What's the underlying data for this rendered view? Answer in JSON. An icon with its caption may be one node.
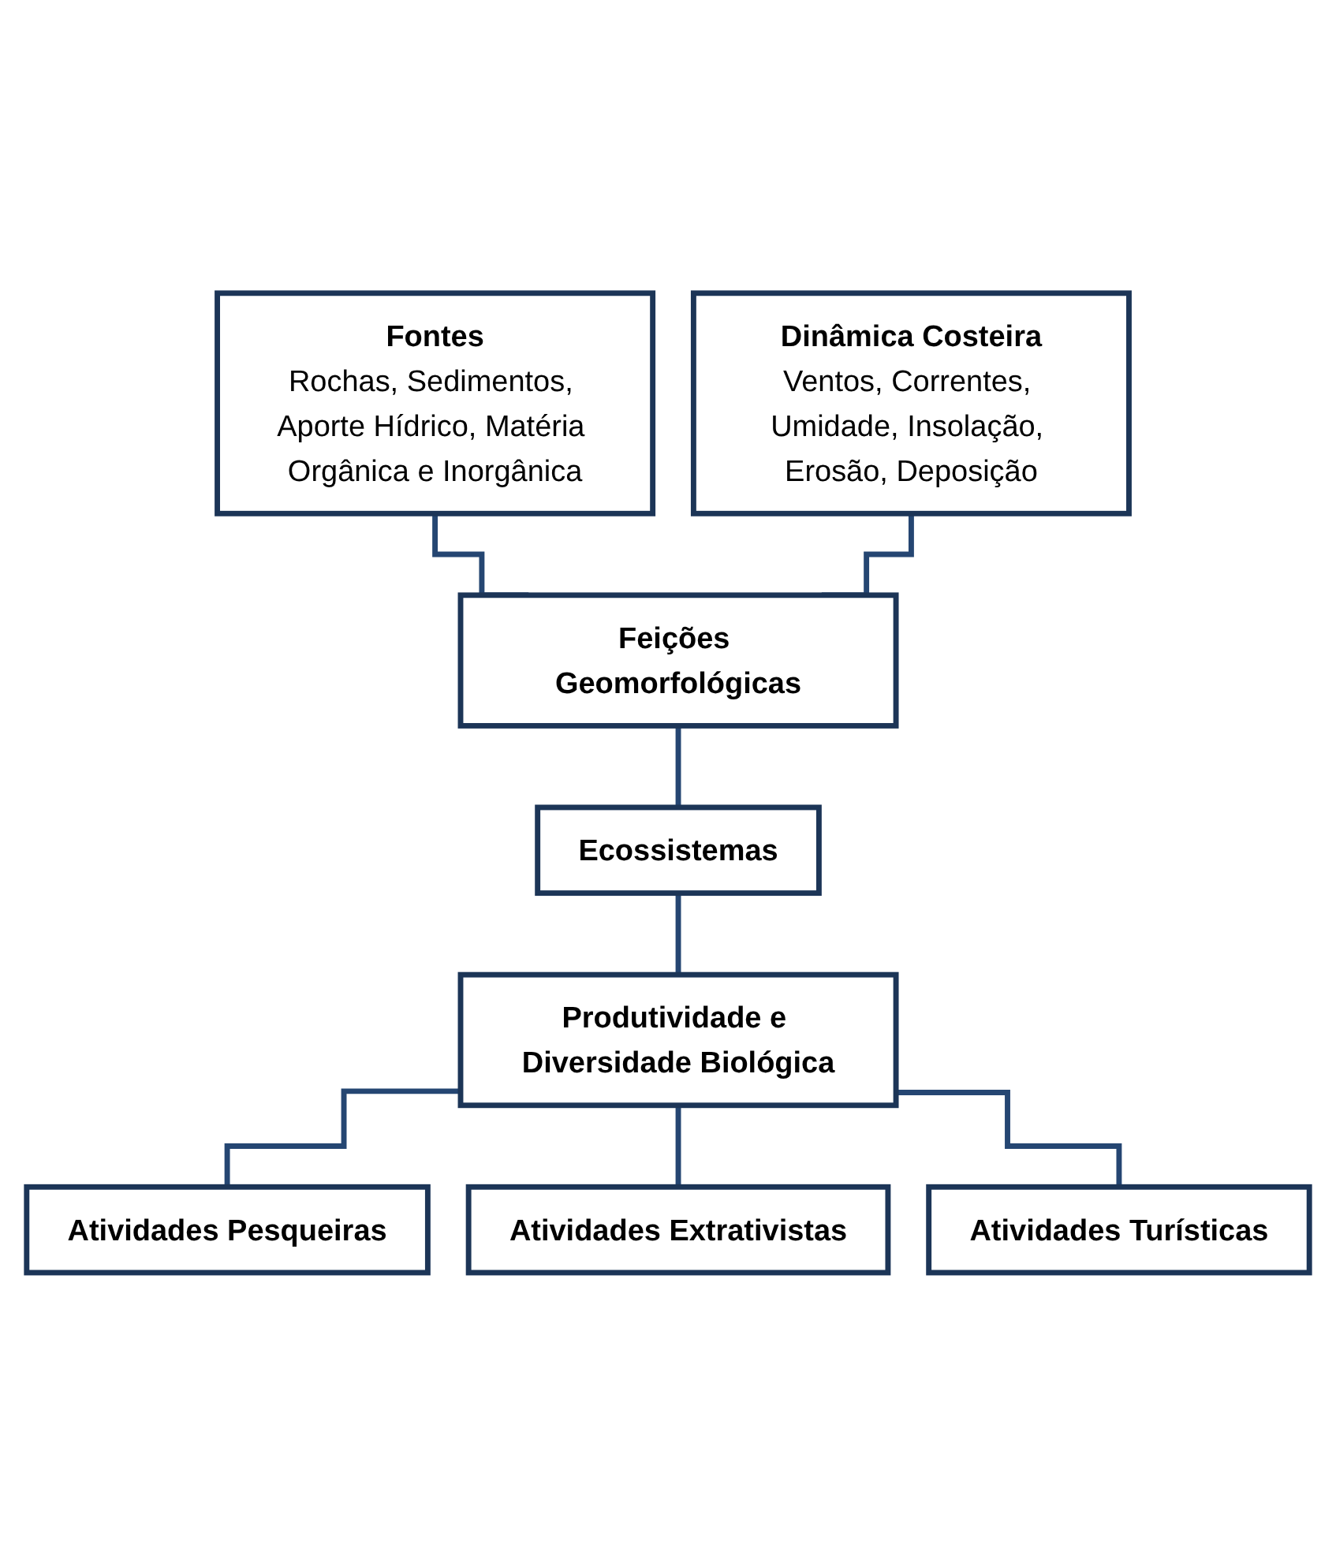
{
  "diagram": {
    "nodes": [
      {
        "text": [
          "Fontes",
          "Rochas, Sedimentos, Aporte Hídrico, Matéria Orgânica e Inorgânica"
        ]
      },
      {
        "text": [
          "Dinâmica Costeira",
          "Ventos, Correntes, Umidade, Insolação, Erosão, Deposição"
        ]
      },
      {
        "text": [
          "Feições Geomorfológicas"
        ]
      },
      {
        "text": [
          "Ecossistemas"
        ]
      },
      {
        "text": [
          "Produtividade e Diversidade Biológica"
        ]
      },
      {
        "text": [
          "Atividades Pesqueiras"
        ]
      },
      {
        "text": [
          "Atividades Extrativistas"
        ]
      },
      {
        "text": [
          "Atividades Turísticas"
        ]
      }
    ],
    "edges": [
      {
        "from": 0,
        "to": 2,
        "arrow": "none"
      },
      {
        "from": 1,
        "to": 2,
        "arrow": "none"
      },
      {
        "from": 2,
        "to": 3,
        "arrow": "none"
      },
      {
        "from": 3,
        "to": 4,
        "arrow": "none"
      },
      {
        "from": 4,
        "to": 5,
        "arrow": "none"
      },
      {
        "from": 4,
        "to": 6,
        "arrow": "none"
      },
      {
        "from": 4,
        "to": 7,
        "arrow": "none"
      }
    ]
  }
}
